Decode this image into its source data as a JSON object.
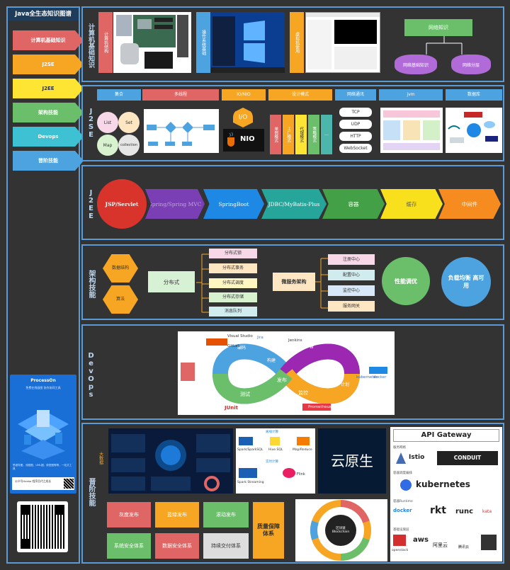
{
  "sidebar": {
    "title": "Java全生态知识图谱",
    "items": [
      {
        "label": "计算机基础知识",
        "color": "#e06666"
      },
      {
        "label": "J2SE",
        "color": "#f6a623"
      },
      {
        "label": "J2EE",
        "color": "#ffe533"
      },
      {
        "label": "架构技能",
        "color": "#6bbf6b"
      },
      {
        "label": "Devops",
        "color": "#3fc1d4"
      },
      {
        "label": "晋阶技能",
        "color": "#4da3e0"
      }
    ],
    "ad_brand": "ProcessOn",
    "ad_tagline": "免费在线画图 协作协同工具",
    "ad_foot": "思维导图、流程图、UML图、原型图等等，一站式工具",
    "ad_org": "公众号Hanko 程序员代之成长",
    "colors": {
      "accent": "#5b9bd5"
    }
  },
  "sections": {
    "computer": {
      "label": "计算机基础知识",
      "hardware": "计算机结构",
      "os": "操作系统基础",
      "vm": "虚拟机使用",
      "network": "网络知识",
      "net_basic": "网络基础知识",
      "net_layer": "网络分层"
    },
    "j2se": {
      "label": "J2SE",
      "headers": [
        "集合",
        "多线程",
        "IO/NIO",
        "设计模式",
        "网络通讯",
        "jvm",
        "数据库"
      ],
      "collections": [
        "List",
        "Set",
        "Map",
        "collection"
      ],
      "io": [
        "I/O",
        "NIO"
      ],
      "patterns": [
        "单例模式",
        "工厂模式",
        "代理模式",
        "策略模式",
        "..."
      ],
      "protocols": [
        "TCP",
        "UDP",
        "HTTP",
        "WebSocket"
      ]
    },
    "j2ee": {
      "label": "J2EE",
      "steps": [
        "JSP/Servlet",
        "Spring/Spring MVC",
        "SpringBoot",
        "JDBC/MyBatis-Plus",
        "容器",
        "缓存",
        "中间件"
      ]
    },
    "arch": {
      "label": "架构技能",
      "left": [
        "数据结构",
        "算法"
      ],
      "dist": "分布式",
      "dist_items": [
        "分布式锁",
        "分布式事务",
        "分布式调度",
        "分布式存储",
        "消息队列"
      ],
      "micro": "微服务架构",
      "micro_items": [
        "注册中心",
        "配置中心",
        "监控中心",
        "服务网关"
      ],
      "perf": "性能调优",
      "lb": "负载均衡 高可用"
    },
    "devops": {
      "label": "DevOps",
      "loop": [
        "编码",
        "构建",
        "测试",
        "发布",
        "部署",
        "运维",
        "监控",
        "计划"
      ],
      "tools": [
        "Visual Studio",
        "Jira",
        "GitLab",
        "Jenkins",
        "docker",
        "JUnit",
        "Prometheus",
        "kubernetes"
      ]
    },
    "advanced": {
      "label": "晋阶技能",
      "bigdata": "大数据",
      "bd_tags": [
        "离线计算",
        "Spark/SparkSQL",
        "Hive SQL",
        "Map/Reduce",
        "实时计算",
        "Spark Streaming",
        "Flink"
      ],
      "cloud_native": "云原生",
      "gateway": "API Gateway",
      "mesh_label": "服务网格",
      "mesh": [
        "Istio",
        "CONDUIT"
      ],
      "orch_label": "容器调度编排",
      "orch": "kubernetes",
      "runtime_label": "容器Runtime",
      "runtime": [
        "docker",
        "rkt",
        "runc",
        "kata"
      ],
      "infra_label": "基础设施层",
      "infra": [
        "openstack",
        "aws",
        "阿里云",
        "腾讯云"
      ],
      "blockchain": "区块链 Blockchain",
      "deploy": [
        {
          "label": "灰度发布",
          "color": "#e06666"
        },
        {
          "label": "蓝绿发布",
          "color": "#f6a623"
        },
        {
          "label": "滚动发布",
          "color": "#6bbf6b"
        },
        {
          "label": "系统安全体系",
          "color": "#6bbf6b"
        },
        {
          "label": "数据安全体系",
          "color": "#e06666"
        },
        {
          "label": "持续交付体系",
          "color": "#dddddd"
        }
      ],
      "qa": "质量保障体系"
    }
  }
}
